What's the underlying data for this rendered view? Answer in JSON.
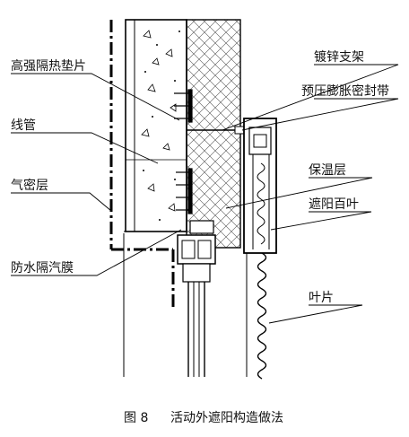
{
  "labels": {
    "insulation_pad": "高强隔热垫片",
    "conduit": "线管",
    "air_barrier": "气密层",
    "vapor_membrane": "防水隔汽膜",
    "galvanized_bracket": "镀锌支架",
    "pre_compressed_tape": "预压膨胀密封带",
    "insulation_layer": "保温层",
    "shading_louver": "遮阳百叶",
    "blade": "叶片"
  },
  "caption": {
    "figure_no": "图 8",
    "title": "活动外遮阳构造做法"
  }
}
